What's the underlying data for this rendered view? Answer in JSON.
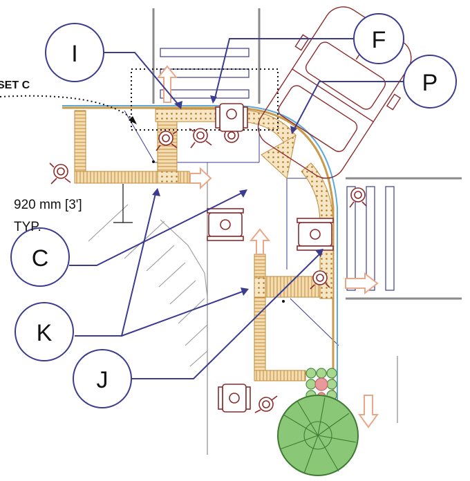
{
  "callouts": {
    "I": "I",
    "F": "F",
    "P": "P",
    "C": "C",
    "K": "K",
    "J": "J"
  },
  "inset_label": "SET C",
  "dimension_note": {
    "line1": "920 mm [3']",
    "line2": "TYP."
  },
  "colors": {
    "callout_stroke": "#3b3b8f",
    "leader": "#3b3b8f",
    "tactile_tan": "#c99a4a",
    "tactile_fill": "#f0d9a8",
    "curb_blue": "#5fa8d8",
    "car_red": "#8c2a2a",
    "wheelchair_red": "#8c2a2a",
    "arrow_salmon": "#e8a888",
    "tree_green": "#5aa050",
    "gray_line": "#8a8a8a"
  }
}
